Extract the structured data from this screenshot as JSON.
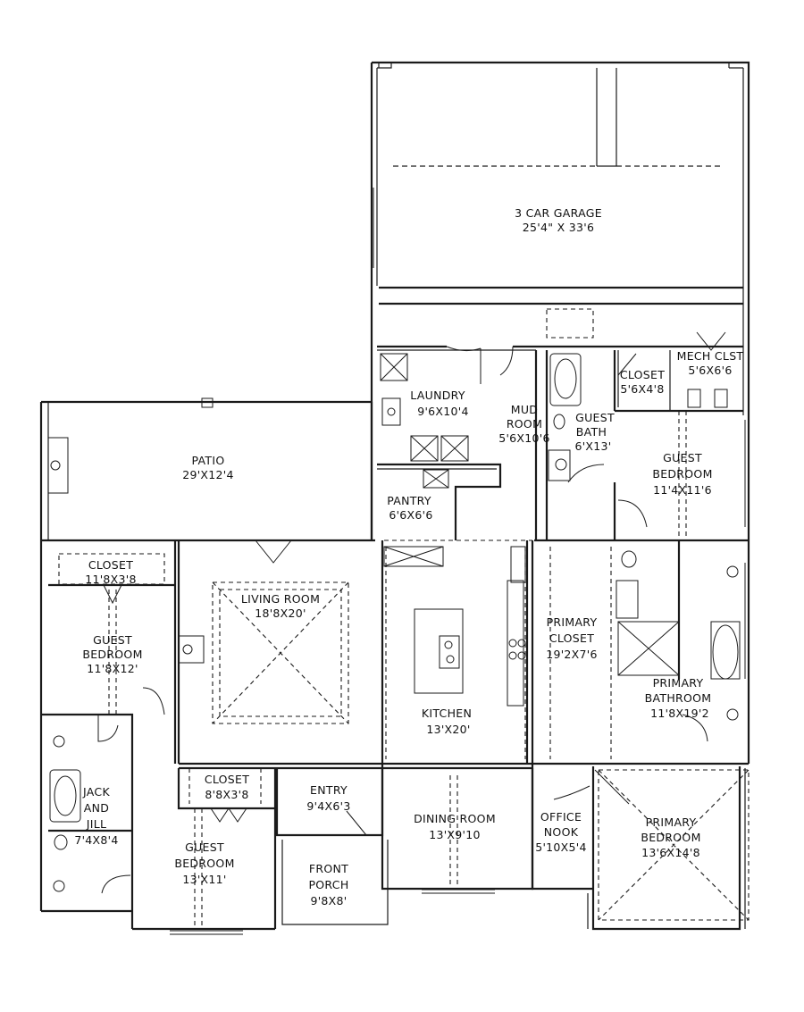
{
  "rooms": {
    "garage": {
      "name": "3 CAR GARAGE",
      "dims": "25'4\" X 33'6"
    },
    "mech_closet": {
      "name": "MECH CLST",
      "dims": "5'6X6'6"
    },
    "closet_top": {
      "name": "CLOSET",
      "dims": "5'6X4'8"
    },
    "laundry": {
      "name": "LAUNDRY",
      "dims": "9'6X10'4"
    },
    "mud_room": {
      "name1": "MUD",
      "name2": "ROOM",
      "dims": "5'6X10'6"
    },
    "guest_bath": {
      "name1": "GUEST",
      "name2": "BATH",
      "dims": "6'X13'"
    },
    "guest_bedroom_east": {
      "name1": "GUEST",
      "name2": "BEDROOM",
      "dims": "11'4X11'6"
    },
    "patio": {
      "name": "PATIO",
      "dims": "29'X12'4"
    },
    "pantry": {
      "name": "PANTRY",
      "dims": "6'6X6'6"
    },
    "closet_west": {
      "name": "CLOSET",
      "dims": "11'8X3'8"
    },
    "living_room": {
      "name": "LIVING ROOM",
      "dims": "18'8X20'"
    },
    "guest_bedroom_west": {
      "name1": "GUEST",
      "name2": "BEDROOM",
      "dims": "11'8X12'"
    },
    "primary_closet": {
      "name1": "PRIMARY",
      "name2": "CLOSET",
      "dims": "19'2X7'6"
    },
    "primary_bathroom": {
      "name1": "PRIMARY",
      "name2": "BATHROOM",
      "dims": "11'8X19'2"
    },
    "kitchen": {
      "name": "KITCHEN",
      "dims": "13'X20'"
    },
    "jack_and_jill": {
      "name1": "JACK",
      "name2": "AND",
      "name3": "JILL",
      "dims": "7'4X8'4"
    },
    "closet_south": {
      "name": "CLOSET",
      "dims": "8'8X3'8"
    },
    "entry": {
      "name": "ENTRY",
      "dims": "9'4X6'3"
    },
    "dining_room": {
      "name": "DINING ROOM",
      "dims": "13'X9'10"
    },
    "office_nook": {
      "name1": "OFFICE",
      "name2": "NOOK",
      "dims": "5'10X5'4"
    },
    "primary_bedroom": {
      "name1": "PRIMARY",
      "name2": "BEDROOM",
      "dims": "13'6X14'8"
    },
    "guest_bedroom_south": {
      "name1": "GUEST",
      "name2": "BEDROOM",
      "dims": "13'X11'"
    },
    "front_porch": {
      "name1": "FRONT",
      "name2": "PORCH",
      "dims": "9'8X8'"
    }
  }
}
